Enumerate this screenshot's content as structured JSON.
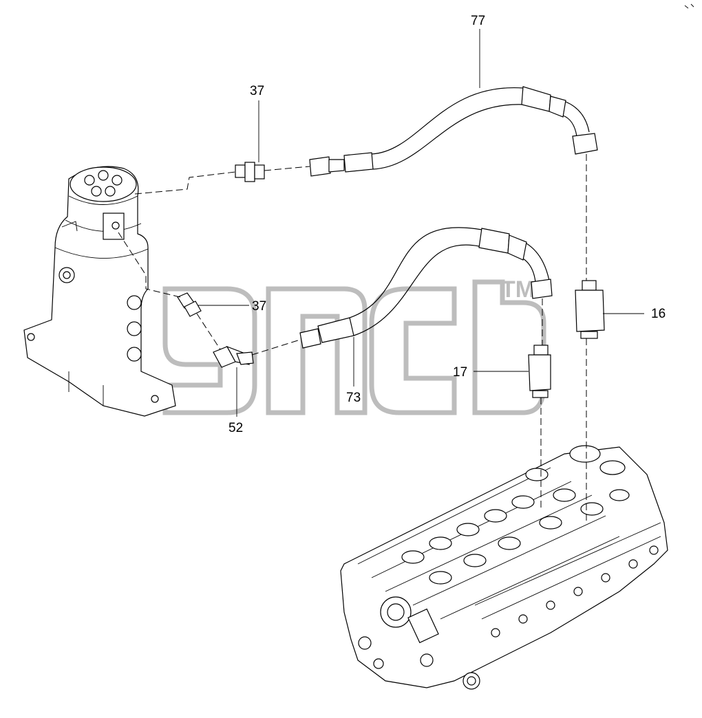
{
  "diagram": {
    "callouts": [
      {
        "id": "c77",
        "number": "77"
      },
      {
        "id": "c37a",
        "number": "37"
      },
      {
        "id": "c37b",
        "number": "37"
      },
      {
        "id": "c16",
        "number": "16"
      },
      {
        "id": "c17",
        "number": "17"
      },
      {
        "id": "c73",
        "number": "73"
      },
      {
        "id": "c52",
        "number": "52"
      }
    ],
    "watermark": {
      "text": "TM"
    }
  }
}
